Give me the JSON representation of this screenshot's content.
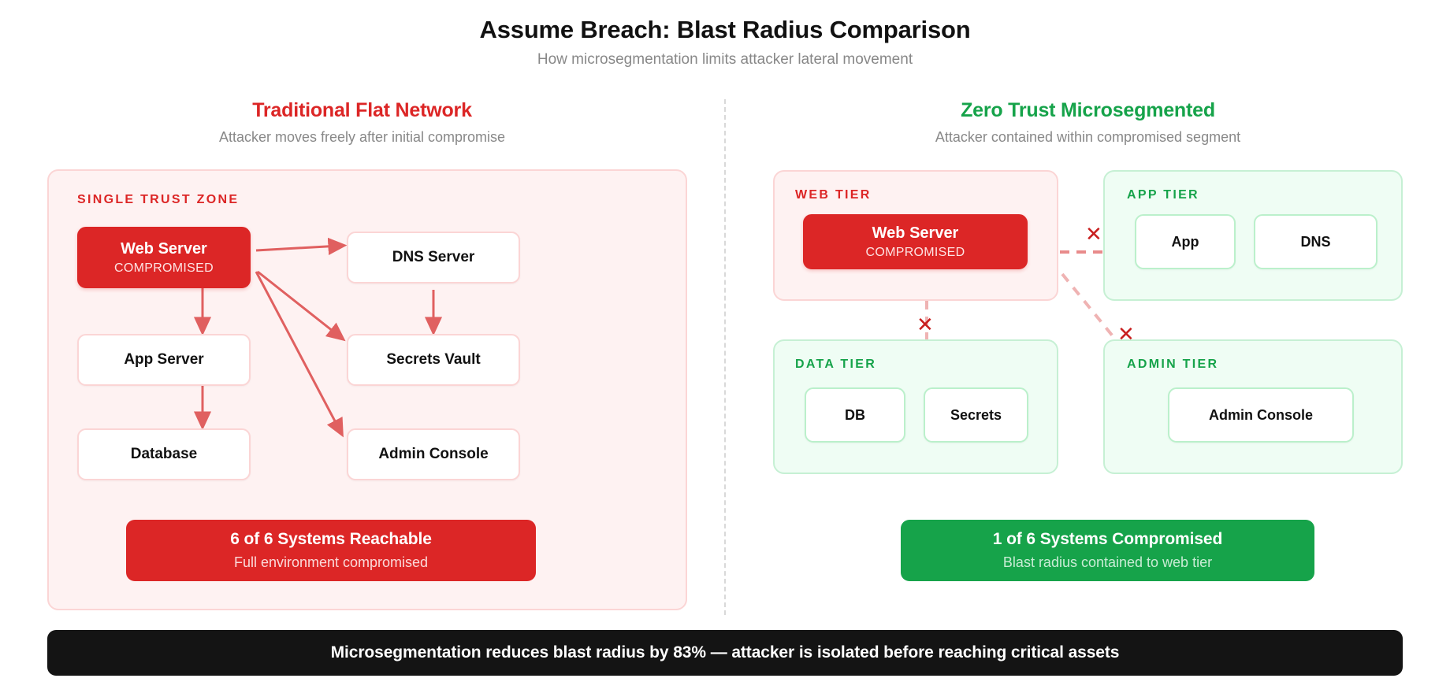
{
  "header": {
    "title": "Assume Breach: Blast Radius Comparison",
    "subtitle": "How microsegmentation limits attacker lateral movement"
  },
  "colors": {
    "danger": "#dc2626",
    "danger_dark": "#c81e1e",
    "success": "#16a34a",
    "arrow": "#e06060",
    "muted": "#888888",
    "banner_bg": "#141414",
    "zone_red_bg": "#fef2f2",
    "zone_green_bg": "#effdf4"
  },
  "left_panel": {
    "title": "Traditional Flat Network",
    "subtitle": "Attacker moves freely after initial compromise",
    "zone_label": "SINGLE TRUST ZONE",
    "nodes": [
      {
        "id": "web",
        "label": "Web Server",
        "status": "COMPROMISED",
        "compromised": true
      },
      {
        "id": "dns",
        "label": "DNS Server",
        "compromised": false
      },
      {
        "id": "app",
        "label": "App Server",
        "compromised": false
      },
      {
        "id": "secrets",
        "label": "Secrets Vault",
        "compromised": false
      },
      {
        "id": "db",
        "label": "Database",
        "compromised": false
      },
      {
        "id": "admin",
        "label": "Admin Console",
        "compromised": false
      }
    ],
    "edges": [
      {
        "from": "web",
        "to": "dns"
      },
      {
        "from": "web",
        "to": "app"
      },
      {
        "from": "web",
        "to": "secrets"
      },
      {
        "from": "web",
        "to": "admin"
      },
      {
        "from": "dns",
        "to": "secrets"
      },
      {
        "from": "app",
        "to": "db"
      }
    ],
    "summary": {
      "main": "6 of 6 Systems Reachable",
      "sub": "Full environment compromised"
    }
  },
  "right_panel": {
    "title": "Zero Trust Microsegmented",
    "subtitle": "Attacker contained within compromised segment",
    "segments": [
      {
        "id": "web-tier",
        "label": "WEB TIER",
        "breached": true,
        "nodes": [
          {
            "label": "Web Server",
            "status": "COMPROMISED",
            "compromised": true
          }
        ]
      },
      {
        "id": "app-tier",
        "label": "APP TIER",
        "breached": false,
        "nodes": [
          {
            "label": "App",
            "compromised": false
          },
          {
            "label": "DNS",
            "compromised": false
          }
        ]
      },
      {
        "id": "data-tier",
        "label": "DATA TIER",
        "breached": false,
        "nodes": [
          {
            "label": "DB",
            "compromised": false
          },
          {
            "label": "Secrets",
            "compromised": false
          }
        ]
      },
      {
        "id": "admin-tier",
        "label": "ADMIN TIER",
        "breached": false,
        "nodes": [
          {
            "label": "Admin Console",
            "compromised": false
          }
        ]
      }
    ],
    "blocked_links": [
      {
        "from": "web-tier",
        "to": "app-tier",
        "marker": "✕"
      },
      {
        "from": "web-tier",
        "to": "data-tier",
        "marker": "✕"
      },
      {
        "from": "web-tier",
        "to": "admin-tier",
        "marker": "✕"
      }
    ],
    "summary": {
      "main": "1 of 6 Systems Compromised",
      "sub": "Blast radius contained to web tier"
    }
  },
  "banner": {
    "text": "Microsegmentation reduces blast radius by 83% — attacker is isolated before reaching critical assets"
  }
}
